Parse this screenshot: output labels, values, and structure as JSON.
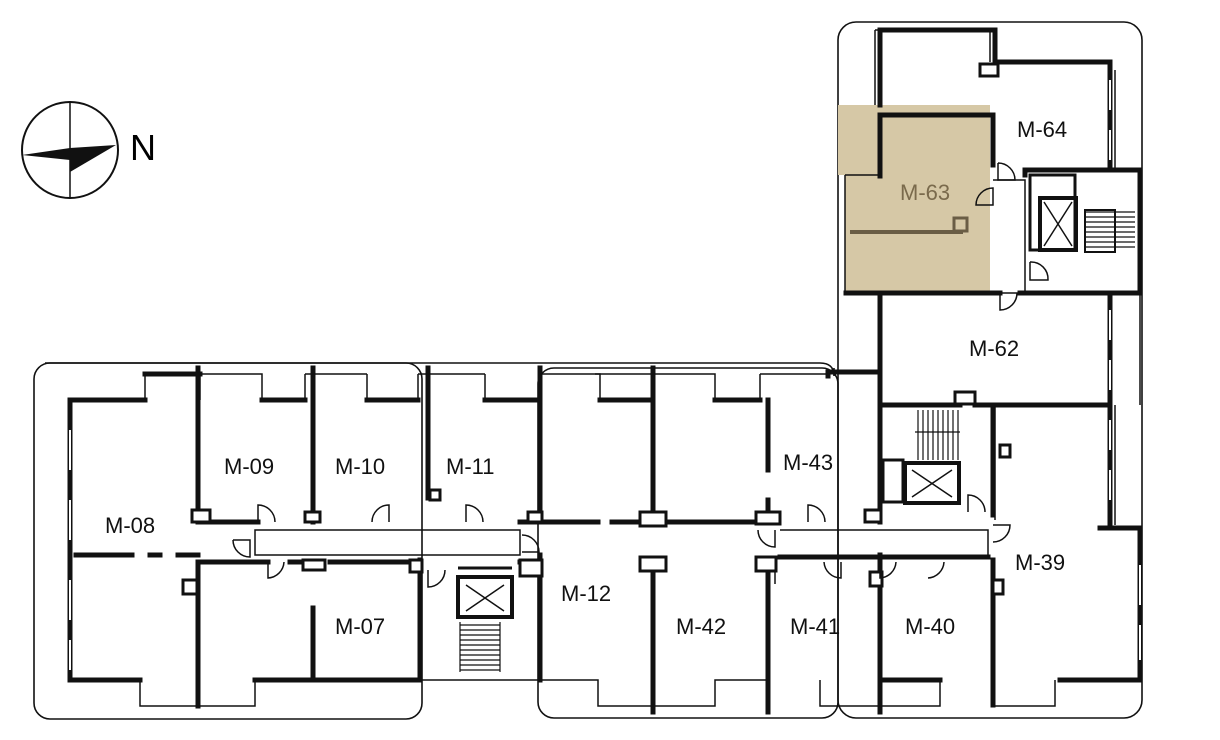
{
  "compass": {
    "label": "N"
  },
  "colors": {
    "highlight_fill": "#d6c8a6",
    "highlight_text": "#7a6a4c",
    "wall": "#111111"
  },
  "highlighted_room": "M-63",
  "rooms": {
    "m08": "M-08",
    "m09": "M-09",
    "m10": "M-10",
    "m11": "M-11",
    "m43": "M-43",
    "m07": "M-07",
    "m12": "M-12",
    "m42": "M-42",
    "m41": "M-41",
    "m40": "M-40",
    "m39": "M-39",
    "m62": "M-62",
    "m63": "M-63",
    "m64": "M-64"
  }
}
